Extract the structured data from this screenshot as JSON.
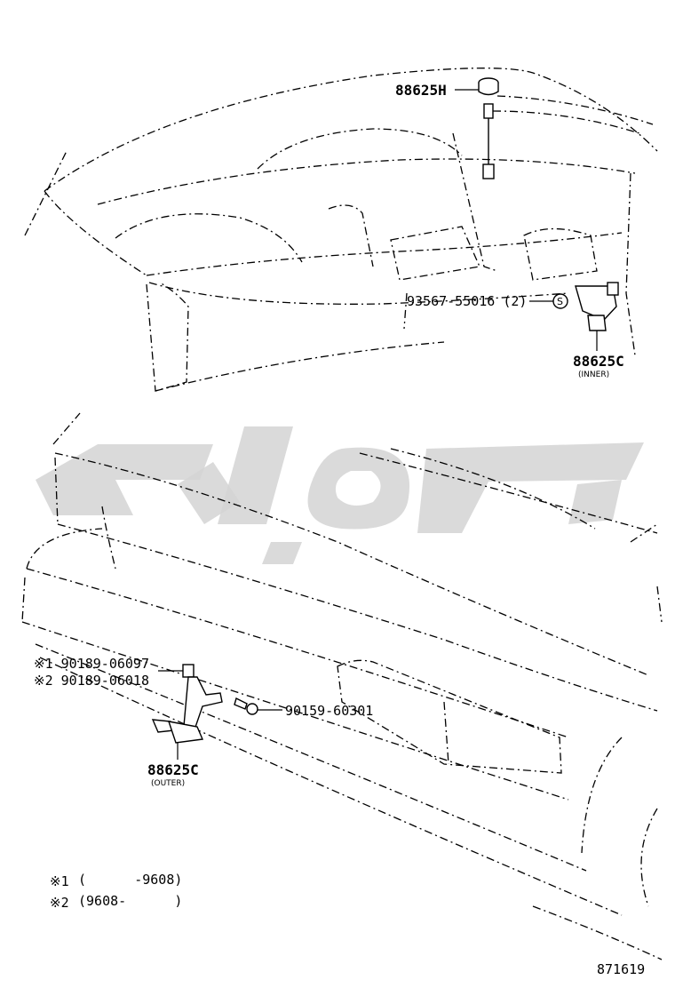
{
  "parts": {
    "top_sensor": "88625H",
    "clip": "93567-55016 (2)",
    "clip_symbol": "S",
    "inner_sensor": "88625C",
    "inner_note": "(INNER)",
    "nut_1": "※1 90189-06097",
    "nut_2": "※2 90189-06018",
    "screw": "90159-60301",
    "outer_sensor": "88625C",
    "outer_note": "(OUTER)"
  },
  "notes": {
    "note_1_mark": "※1",
    "note_1_range": "(      -9608)",
    "note_2_mark": "※2",
    "note_2_range": "(9608-      )"
  },
  "figure_id": "871619"
}
